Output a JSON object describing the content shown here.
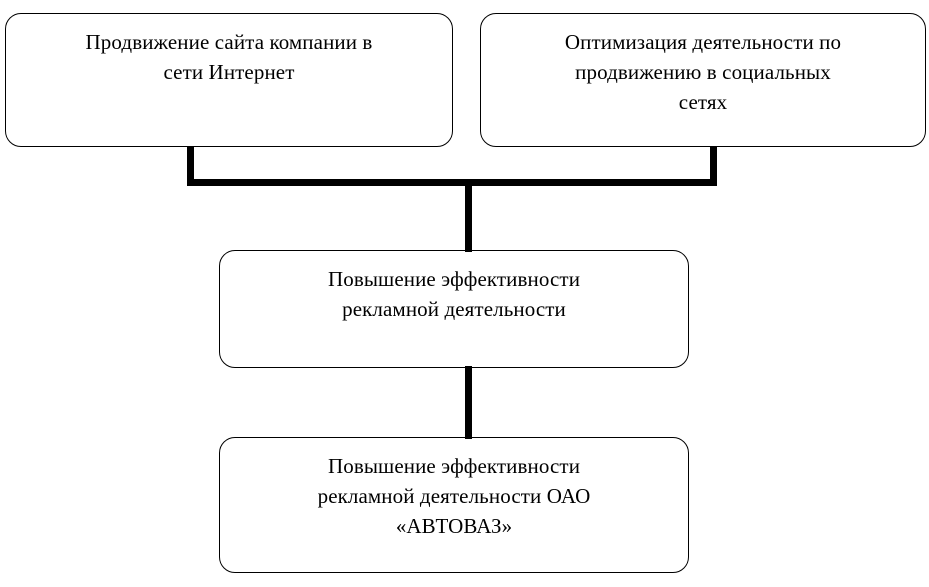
{
  "diagram": {
    "type": "flowchart",
    "orientation": "top-down",
    "background_color": "#FFFFFF",
    "line_color": "#000000",
    "text_color": "#000000",
    "nodes": [
      {
        "id": "node-top-left",
        "role": "input",
        "text": "Продвижение сайта компании в сети Интернет",
        "lines": [
          "Продвижение сайта компании в",
          "сети Интернет"
        ]
      },
      {
        "id": "node-top-right",
        "role": "input",
        "text": "Оптимизация деятельности по продвижению в социальных сетях",
        "lines": [
          "Оптимизация деятельности по",
          "продвижению в социальных",
          "сетях"
        ]
      },
      {
        "id": "node-middle",
        "role": "intermediate-result",
        "text": "Повышение эффективности рекламной деятельности",
        "lines": [
          "Повышение эффективности",
          "рекламной деятельности"
        ]
      },
      {
        "id": "node-bottom",
        "role": "final-result",
        "text": "Повышение эффективности рекламной деятельности ОАО «АВТОВАЗ»",
        "lines": [
          "Повышение эффективности",
          "рекламной деятельности ОАО",
          "«АВТОВАЗ»"
        ]
      }
    ],
    "connectors": [
      {
        "id": "conn-left-stub",
        "from": "node-top-left",
        "to": "conn-cross-bar",
        "shape": "vertical"
      },
      {
        "id": "conn-right-stub",
        "from": "node-top-right",
        "to": "conn-cross-bar",
        "shape": "vertical"
      },
      {
        "id": "conn-cross-bar",
        "from": "node-top-left,node-top-right",
        "to": "conn-mid-drop",
        "shape": "horizontal"
      },
      {
        "id": "conn-mid-drop",
        "from": "conn-cross-bar",
        "to": "node-middle",
        "shape": "vertical"
      },
      {
        "id": "conn-mid-bottom",
        "from": "node-middle",
        "to": "node-bottom",
        "shape": "vertical"
      }
    ]
  }
}
